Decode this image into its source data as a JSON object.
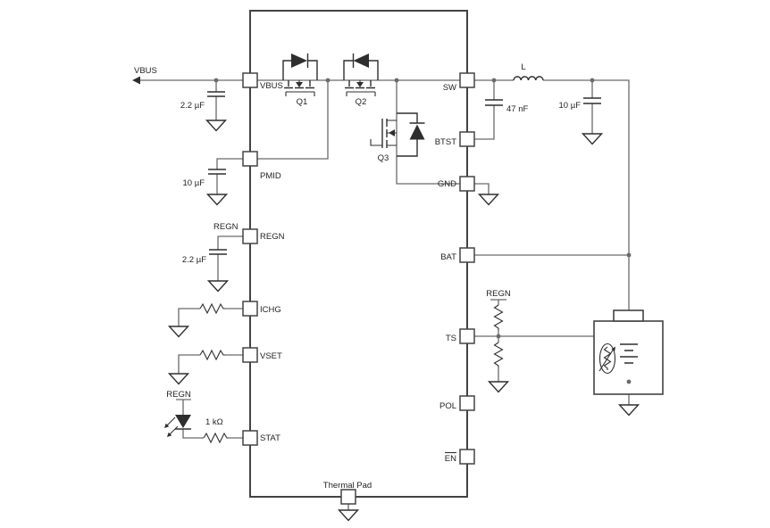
{
  "diagram_type": "circuit-schematic",
  "ic": {
    "left_pins": [
      "VBUS",
      "PMID",
      "REGN",
      "ICHG",
      "VSET",
      "STAT"
    ],
    "right_pins": [
      "SW",
      "BTST",
      "GND",
      "BAT",
      "TS",
      "POL",
      "EN"
    ],
    "en_is_active_low_overline": true,
    "bottom_pin": "Thermal Pad"
  },
  "nets": {
    "vbus_input": "VBUS",
    "regn_at_cap": "REGN",
    "regn_at_led": "REGN",
    "regn_at_ts_divider": "REGN"
  },
  "components": {
    "c_vbus": "2.2 µF",
    "c_pmid": "10 µF",
    "c_regn": "2.2 µF",
    "c_btst": "47 nF",
    "c_out": "10 µF",
    "inductor": "L",
    "r_stat": "1 kΩ",
    "q1": "Q1",
    "q2": "Q2",
    "q3": "Q3"
  },
  "colors": {
    "wire": "#6a6a6a",
    "symbol": "#2e2e2e",
    "ic_border": "#434343",
    "text": "#232323",
    "background": "#ffffff"
  }
}
